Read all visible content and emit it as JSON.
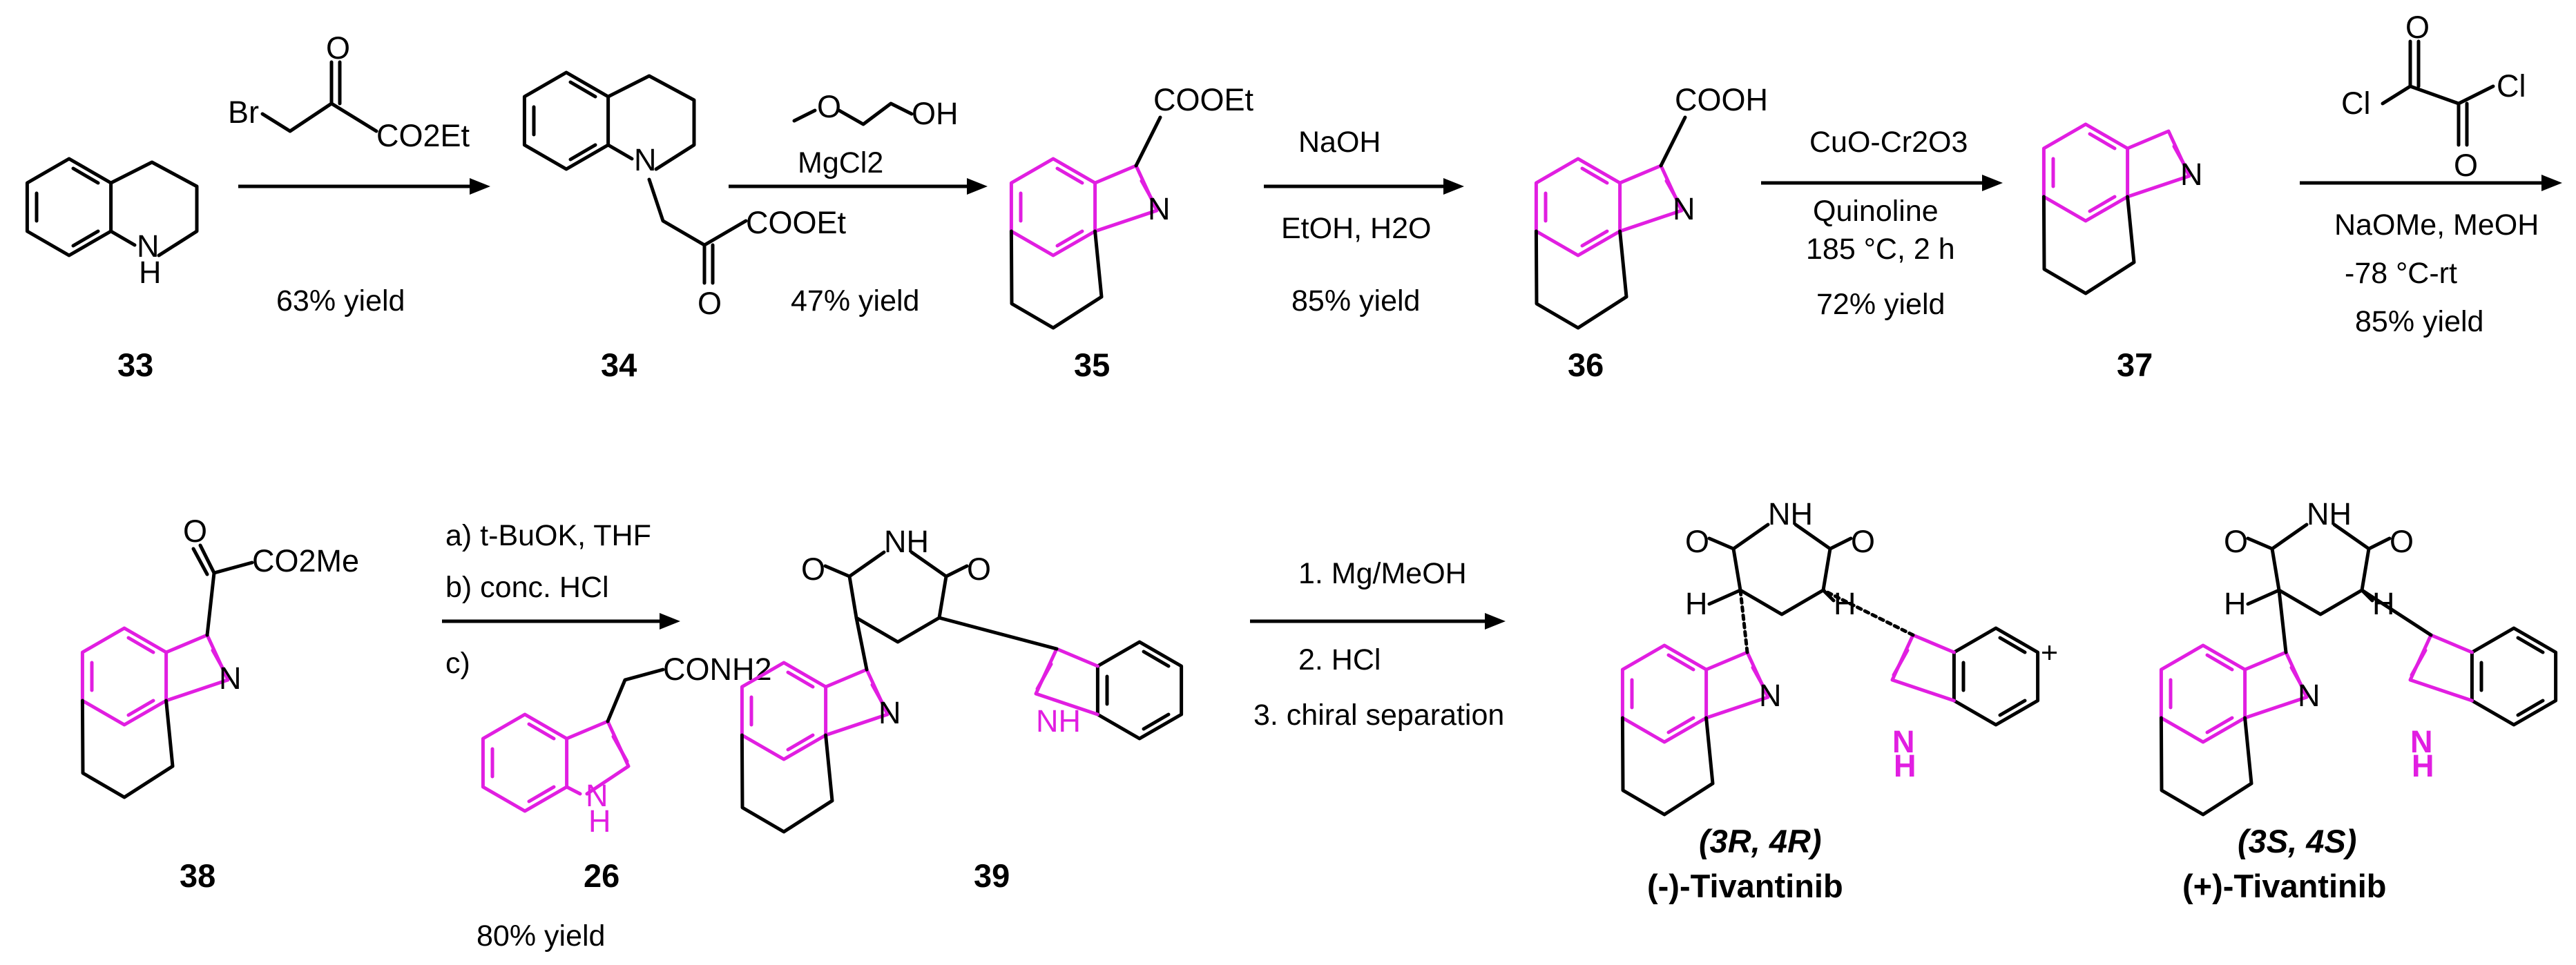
{
  "compounds": {
    "c33": "33",
    "c34": "34",
    "c35": "35",
    "c36": "36",
    "c37": "37",
    "c38": "38",
    "c26": "26",
    "c39": "39",
    "tiv_r_stereo": "(3R, 4R)",
    "tiv_r_name": "(-)-Tivantinib",
    "tiv_s_stereo": "(3S, 4S)",
    "tiv_s_name": "(+)-Tivantinib"
  },
  "atoms": {
    "N": "N",
    "H": "H",
    "O": "O",
    "Br": "Br",
    "Cl": "Cl",
    "NH": "NH",
    "OH": "OH",
    "CO2Et": "CO2Et",
    "COOEt": "COOEt",
    "COOH": "COOH",
    "CO2Me": "CO2Me",
    "CONH2": "CONH2"
  },
  "steps": {
    "s1_yield": "63% yield",
    "s2_reagent": "MgCl2",
    "s2_yield": "47% yield",
    "s3_reagent": "NaOH",
    "s3_solvent": "EtOH, H2O",
    "s3_yield": "85% yield",
    "s4_reagent": "CuO-Cr2O3",
    "s4_solvent": "Quinoline",
    "s4_temp": "185 °C, 2 h",
    "s4_yield": "72% yield",
    "s5_base": "NaOMe, MeOH",
    "s5_temp": "-78 °C-rt",
    "s5_yield": "85% yield",
    "s6_a": "a) t-BuOK, THF",
    "s6_b": "b) conc. HCl",
    "s6_c": "c)",
    "s6_yield": "80% yield",
    "s7_1": "1. Mg/MeOH",
    "s7_2": "2. HCl",
    "s7_3": "3. chiral separation",
    "plus": "+"
  }
}
